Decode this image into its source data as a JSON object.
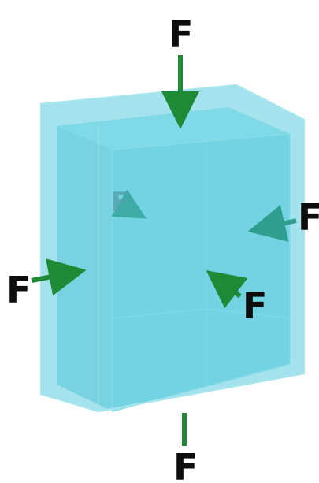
{
  "figure": {
    "subject": "translucent-box-under-compression",
    "colors": {
      "box_fill": "#3fc2d6",
      "box_edge": "#7fd9e6",
      "arrow_front": "#1f8a35",
      "arrow_back": "#2f9e8f",
      "label": "#0d0d0d",
      "label_faded": "#4d8d9a"
    }
  },
  "forces": [
    {
      "id": "top",
      "label": "F",
      "side": "front"
    },
    {
      "id": "bottom",
      "label": "F",
      "side": "front"
    },
    {
      "id": "left",
      "label": "F",
      "side": "front"
    },
    {
      "id": "right",
      "label": "F",
      "side": "front"
    },
    {
      "id": "inner-front",
      "label": "F",
      "side": "front"
    },
    {
      "id": "back",
      "label": "F",
      "side": "back"
    }
  ]
}
